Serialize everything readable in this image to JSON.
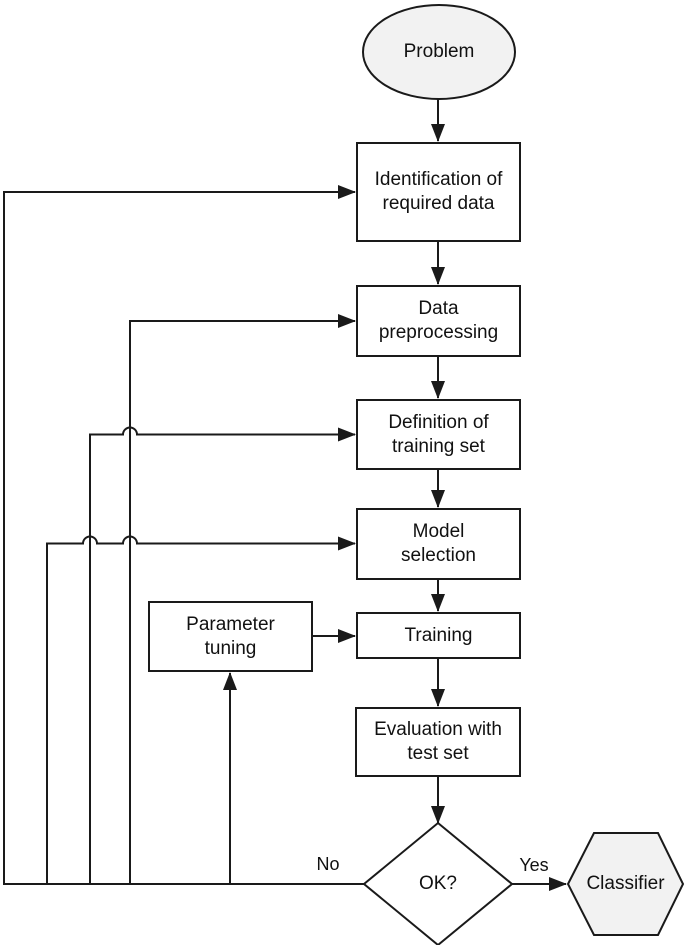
{
  "diagram": {
    "type": "flowchart",
    "nodes": {
      "problem": "Problem",
      "identification": "Identification of required data",
      "preprocessing": "Data preprocessing",
      "training_set": "Definition of training set",
      "model_selection": "Model selection",
      "training": "Training",
      "evaluation": "Evaluation with test set",
      "parameter_tuning": "Parameter tuning",
      "decision": "OK?",
      "classifier": "Classifier"
    },
    "edge_labels": {
      "no": "No",
      "yes": "Yes"
    },
    "colors": {
      "terminal_fill": "#f2f2f2",
      "process_fill": "#ffffff",
      "stroke": "#1a1a1a",
      "text": "#111111",
      "background": "#ffffff"
    }
  }
}
